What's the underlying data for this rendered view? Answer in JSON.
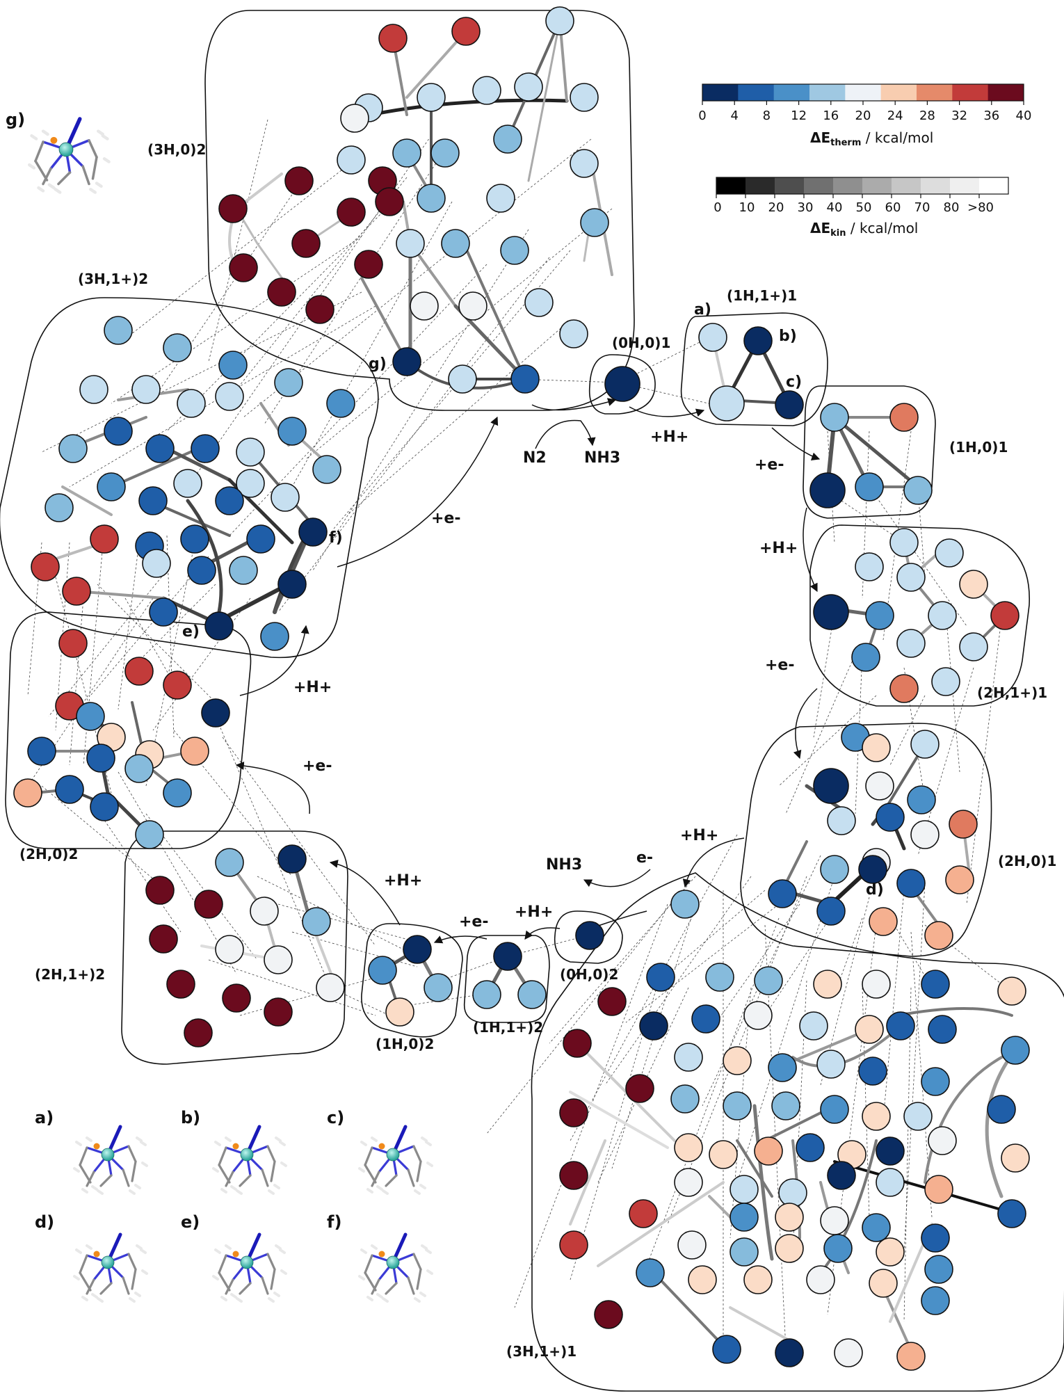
{
  "therm_colorbar": {
    "colors": [
      "#0a2c62",
      "#1f5ea8",
      "#4a90c8",
      "#9fc8e2",
      "#eef2f7",
      "#f8cdb0",
      "#e58a6a",
      "#c23b3a",
      "#6b0b1e"
    ],
    "ticks": [
      "0",
      "4",
      "8",
      "12",
      "16",
      "20",
      "24",
      "28",
      "32",
      "36",
      "40"
    ],
    "title": "ΔE",
    "title_sub": "therm",
    "title_unit": " / kcal/mol"
  },
  "kin_colorbar": {
    "colors": [
      "#000000",
      "#2a2a2a",
      "#4e4e4e",
      "#707070",
      "#8f8f8f",
      "#ababab",
      "#c6c6c6",
      "#dddddd",
      "#efefef",
      "#ffffff"
    ],
    "ticks": [
      "0",
      "10",
      "20",
      "30",
      "40",
      "50",
      "60",
      "70",
      "80",
      ">80"
    ],
    "title": "ΔE",
    "title_sub": "kin",
    "title_unit": " / kcal/mol"
  },
  "cluster_labels": {
    "c3h0_2": "(3H,0)2",
    "c3h1_2": "(3H,1+)2",
    "c2h0_2": "(2H,0)2",
    "c2h1_2": "(2H,1+)2",
    "c1h0_2": "(1H,0)2",
    "c1h1_2": "(1H,1+)2",
    "c0h0_2": "(0H,0)2",
    "c0h0_1": "(0H,0)1",
    "c1h1_1": "(1H,1+)1",
    "c1h0_1": "(1H,0)1",
    "c2h1_1": "(2H,1+)1",
    "c2h0_1": "(2H,0)1",
    "c3h1_1": "(3H,1+)1"
  },
  "reaction_labels": {
    "n2": "N2",
    "nh3_top": "NH3",
    "nh3_bottom": "NH3",
    "h_plus_1": "+H+",
    "e_minus_1": "+e-",
    "h_plus_2": "+H+",
    "e_minus_2": "+e-",
    "h_plus_3": "+H+",
    "e_minus_3": "e-",
    "h_plus_4": "+H+",
    "e_minus_4": "+e-",
    "h_plus_5": "+H+",
    "e_minus_5": "+e-",
    "h_plus_6": "+H+",
    "e_minus_6": "+e-"
  },
  "node_markers": {
    "a": "a)",
    "b": "b)",
    "c": "c)",
    "d": "d)",
    "e": "e)",
    "f": "f)",
    "g": "g)"
  },
  "structure_panels": {
    "g": "g)",
    "a": "a)",
    "b": "b)",
    "c": "c)",
    "d": "d)",
    "e": "e)",
    "f": "f)"
  }
}
